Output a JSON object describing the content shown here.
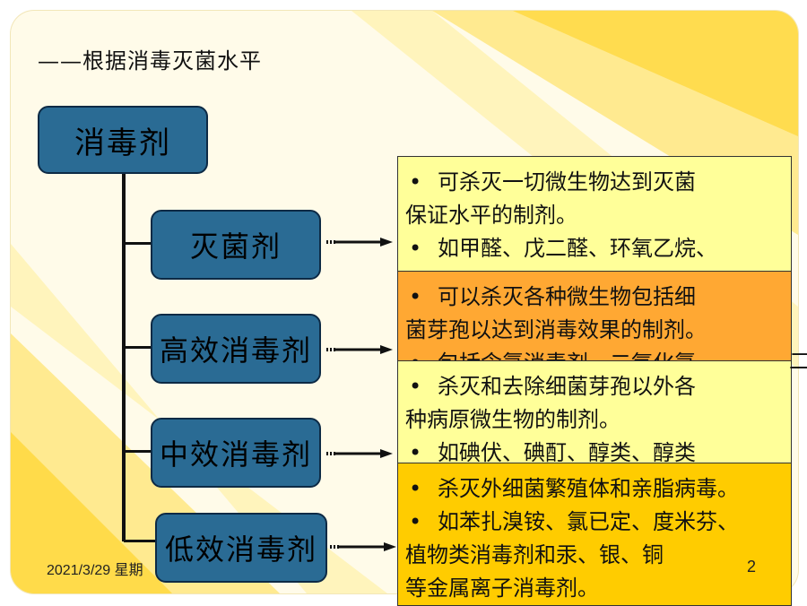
{
  "subtitle": "——根据消毒灭菌水平",
  "root": "消毒剂",
  "categories": [
    "灭菌剂",
    "高效消毒剂",
    "中效消毒剂",
    "低效消毒剂"
  ],
  "descriptions": [
    {
      "lines": [
        {
          "bullet": true,
          "text": "可杀灭一切微生物达到灭菌"
        },
        {
          "bullet": false,
          "text": "保证水平的制剂。"
        },
        {
          "bullet": true,
          "text": "如甲醛、戊二醛、环氧乙烷、"
        }
      ]
    },
    {
      "lines": [
        {
          "bullet": true,
          "text": "可以杀灭各种微生物包括细"
        },
        {
          "bullet": false,
          "text": "菌芽孢以达到消毒效果的制剂。"
        },
        {
          "bullet": true,
          "text": "包括含氯消毒剂、二氧化氯"
        }
      ]
    },
    {
      "lines": [
        {
          "bullet": true,
          "text": "杀灭和去除细菌芽孢以外各"
        },
        {
          "bullet": false,
          "text": "种病原微生物的制剂。"
        },
        {
          "bullet": true,
          "text": "如碘伏、碘酊、醇类、醇类"
        }
      ]
    },
    {
      "lines": [
        {
          "bullet": true,
          "text": "杀灭外细菌繁殖体和亲脂病毒。"
        },
        {
          "bullet": true,
          "text": "如苯扎溴铵、氯已定、度米芬、"
        },
        {
          "bullet": false,
          "text": "植物类消毒剂和汞、银、铜"
        },
        {
          "bullet": false,
          "text": "等金属离子消毒剂。"
        }
      ]
    }
  ],
  "bullet_symbol": "•",
  "overflow_text": "二",
  "footer": {
    "date": "2021/3/29 星期",
    "page": "2"
  },
  "colors": {
    "node": "#2a6b94",
    "box_yellow": "#ffff99",
    "box_orange": "#ffa833",
    "box_gold": "#ffcc00"
  }
}
